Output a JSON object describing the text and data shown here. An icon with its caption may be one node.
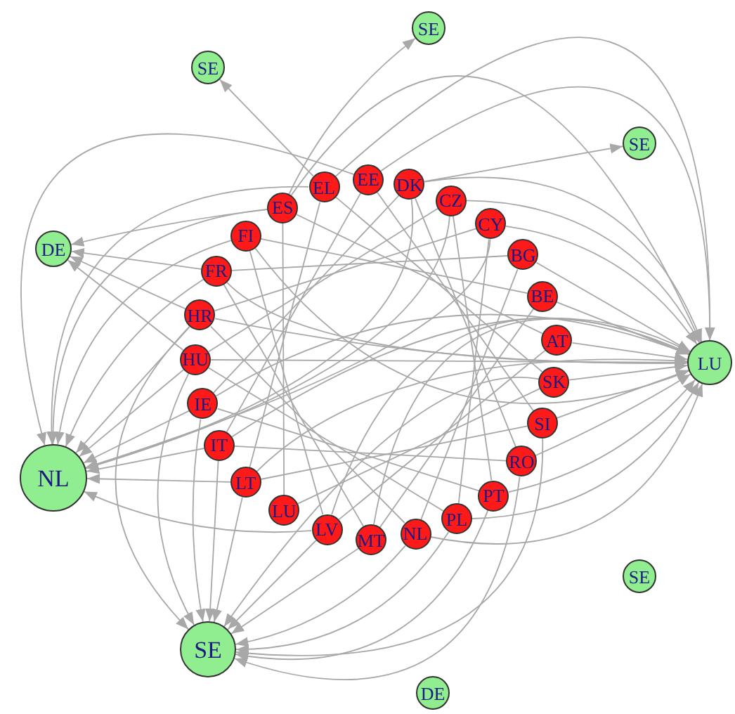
{
  "diagram": {
    "nodes": [
      {
        "text": [
          "SE"
        ]
      },
      {
        "text": [
          "SE"
        ]
      },
      {
        "text": [
          "SE"
        ]
      },
      {
        "text": [
          "DE"
        ]
      },
      {
        "text": [
          "LU"
        ]
      },
      {
        "text": [
          "NL"
        ]
      },
      {
        "text": [
          "SE"
        ]
      },
      {
        "text": [
          "SE"
        ]
      },
      {
        "text": [
          "DE"
        ]
      },
      {
        "text": [
          "AT"
        ]
      },
      {
        "text": [
          "BE"
        ]
      },
      {
        "text": [
          "BG"
        ]
      },
      {
        "text": [
          "CY"
        ]
      },
      {
        "text": [
          "CZ"
        ]
      },
      {
        "text": [
          "DK"
        ]
      },
      {
        "text": [
          "EE"
        ]
      },
      {
        "text": [
          "EL"
        ]
      },
      {
        "text": [
          "ES"
        ]
      },
      {
        "text": [
          "FI"
        ]
      },
      {
        "text": [
          "FR"
        ]
      },
      {
        "text": [
          "HR"
        ]
      },
      {
        "text": [
          "HU"
        ]
      },
      {
        "text": [
          "IE"
        ]
      },
      {
        "text": [
          "IT"
        ]
      },
      {
        "text": [
          "LT"
        ]
      },
      {
        "text": [
          "LU"
        ]
      },
      {
        "text": [
          "LV"
        ]
      },
      {
        "text": [
          "MT"
        ]
      },
      {
        "text": [
          "NL"
        ]
      },
      {
        "text": [
          "PL"
        ]
      },
      {
        "text": [
          "PT"
        ]
      },
      {
        "text": [
          "RO"
        ]
      },
      {
        "text": [
          "SI"
        ]
      },
      {
        "text": [
          "SK"
        ]
      }
    ],
    "edges": [
      {
        "from": 16,
        "to": 1,
        "arrow": "to"
      },
      {
        "from": 17,
        "to": 0,
        "arrow": "to"
      },
      {
        "from": 14,
        "to": 2,
        "arrow": "to"
      },
      {
        "from": 17,
        "to": 3,
        "arrow": "to"
      },
      {
        "from": 19,
        "to": 3,
        "arrow": "to"
      },
      {
        "from": 20,
        "to": 3,
        "arrow": "to"
      },
      {
        "from": 21,
        "to": 3,
        "arrow": "to"
      },
      {
        "from": 9,
        "to": 4,
        "arrow": "to"
      },
      {
        "from": 10,
        "to": 4,
        "arrow": "to"
      },
      {
        "from": 11,
        "to": 4,
        "arrow": "to"
      },
      {
        "from": 12,
        "to": 4,
        "arrow": "to"
      },
      {
        "from": 13,
        "to": 4,
        "arrow": "to"
      },
      {
        "from": 14,
        "to": 4,
        "arrow": "to"
      },
      {
        "from": 15,
        "to": 4,
        "arrow": "to"
      },
      {
        "from": 16,
        "to": 4,
        "arrow": "to"
      },
      {
        "from": 17,
        "to": 4,
        "arrow": "to"
      },
      {
        "from": 18,
        "to": 4,
        "arrow": "to"
      },
      {
        "from": 19,
        "to": 4,
        "arrow": "to"
      },
      {
        "from": 20,
        "to": 4,
        "arrow": "to"
      },
      {
        "from": 21,
        "to": 4,
        "arrow": "to"
      },
      {
        "from": 22,
        "to": 4,
        "arrow": "to"
      },
      {
        "from": 23,
        "to": 4,
        "arrow": "to"
      },
      {
        "from": 24,
        "to": 4,
        "arrow": "to"
      },
      {
        "from": 26,
        "to": 4,
        "arrow": "to"
      },
      {
        "from": 27,
        "to": 4,
        "arrow": "to"
      },
      {
        "from": 28,
        "to": 4,
        "arrow": "to"
      },
      {
        "from": 29,
        "to": 4,
        "arrow": "to"
      },
      {
        "from": 30,
        "to": 4,
        "arrow": "to"
      },
      {
        "from": 31,
        "to": 4,
        "arrow": "to"
      },
      {
        "from": 32,
        "to": 4,
        "arrow": "to"
      },
      {
        "from": 33,
        "to": 4,
        "arrow": "to"
      },
      {
        "from": 12,
        "to": 5,
        "arrow": "to"
      },
      {
        "from": 13,
        "to": 5,
        "arrow": "to"
      },
      {
        "from": 14,
        "to": 5,
        "arrow": "to"
      },
      {
        "from": 15,
        "to": 5,
        "arrow": "to"
      },
      {
        "from": 16,
        "to": 5,
        "arrow": "to"
      },
      {
        "from": 17,
        "to": 5,
        "arrow": "to"
      },
      {
        "from": 18,
        "to": 5,
        "arrow": "to"
      },
      {
        "from": 19,
        "to": 5,
        "arrow": "to"
      },
      {
        "from": 20,
        "to": 5,
        "arrow": "to"
      },
      {
        "from": 21,
        "to": 5,
        "arrow": "to"
      },
      {
        "from": 22,
        "to": 5,
        "arrow": "to"
      },
      {
        "from": 23,
        "to": 5,
        "arrow": "to"
      },
      {
        "from": 24,
        "to": 5,
        "arrow": "to"
      },
      {
        "from": 26,
        "to": 5,
        "arrow": "to"
      },
      {
        "from": 20,
        "to": 7,
        "arrow": "to"
      },
      {
        "from": 21,
        "to": 7,
        "arrow": "to"
      },
      {
        "from": 22,
        "to": 7,
        "arrow": "to"
      },
      {
        "from": 23,
        "to": 7,
        "arrow": "to"
      },
      {
        "from": 24,
        "to": 7,
        "arrow": "to"
      },
      {
        "from": 26,
        "to": 7,
        "arrow": "to"
      },
      {
        "from": 27,
        "to": 7,
        "arrow": "to"
      },
      {
        "from": 28,
        "to": 7,
        "arrow": "to"
      },
      {
        "from": 29,
        "to": 7,
        "arrow": "to"
      },
      {
        "from": 30,
        "to": 7,
        "arrow": "to"
      },
      {
        "from": 31,
        "to": 7,
        "arrow": "to"
      },
      {
        "from": 32,
        "to": 7,
        "arrow": "to"
      },
      {
        "from": 33,
        "to": 7,
        "arrow": "to"
      },
      {
        "from": 9,
        "to": 17,
        "arrow": "none"
      },
      {
        "from": 10,
        "to": 18,
        "arrow": "none"
      },
      {
        "from": 11,
        "to": 19,
        "arrow": "none"
      },
      {
        "from": 12,
        "to": 20,
        "arrow": "none"
      },
      {
        "from": 13,
        "to": 21,
        "arrow": "none"
      },
      {
        "from": 14,
        "to": 22,
        "arrow": "none"
      },
      {
        "from": 15,
        "to": 23,
        "arrow": "none"
      },
      {
        "from": 16,
        "to": 24,
        "arrow": "none"
      },
      {
        "from": 17,
        "to": 25,
        "arrow": "none"
      },
      {
        "from": 18,
        "to": 26,
        "arrow": "none"
      },
      {
        "from": 19,
        "to": 27,
        "arrow": "none"
      },
      {
        "from": 20,
        "to": 28,
        "arrow": "none"
      },
      {
        "from": 21,
        "to": 29,
        "arrow": "none"
      },
      {
        "from": 22,
        "to": 30,
        "arrow": "none"
      },
      {
        "from": 23,
        "to": 31,
        "arrow": "none"
      },
      {
        "from": 24,
        "to": 32,
        "arrow": "none"
      },
      {
        "from": 25,
        "to": 33,
        "arrow": "none"
      },
      {
        "from": 26,
        "to": 9,
        "arrow": "none"
      },
      {
        "from": 27,
        "to": 10,
        "arrow": "none"
      },
      {
        "from": 28,
        "to": 11,
        "arrow": "none"
      },
      {
        "from": 29,
        "to": 12,
        "arrow": "none"
      },
      {
        "from": 30,
        "to": 13,
        "arrow": "none"
      },
      {
        "from": 31,
        "to": 14,
        "arrow": "none"
      },
      {
        "from": 32,
        "to": 15,
        "arrow": "none"
      },
      {
        "from": 33,
        "to": 16,
        "arrow": "none"
      }
    ]
  }
}
